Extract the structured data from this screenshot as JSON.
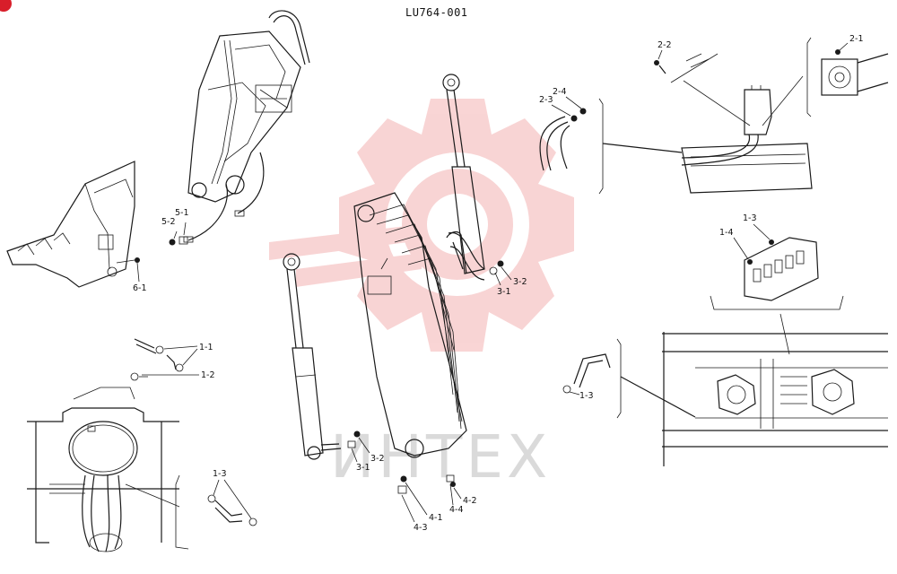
{
  "title": "LU764-001",
  "watermark": {
    "text": "ИНТЕХ",
    "color": "#f2a0a0"
  },
  "labels": {
    "l22": "2-2",
    "l21": "2-1",
    "l24": "2-4",
    "l23": "2-3",
    "l13a": "1-3",
    "l14": "1-4",
    "l52": "5-2",
    "l51": "5-1",
    "l61": "6-1",
    "l31a": "3-1",
    "l32a": "3-2",
    "l11": "1-1",
    "l12": "1-2",
    "l13b": "1-3",
    "l13c": "1-3",
    "l31b": "3-1",
    "l32b": "3-2",
    "l41": "4-1",
    "l42": "4-2",
    "l43": "4-3",
    "l44": "4-4"
  }
}
